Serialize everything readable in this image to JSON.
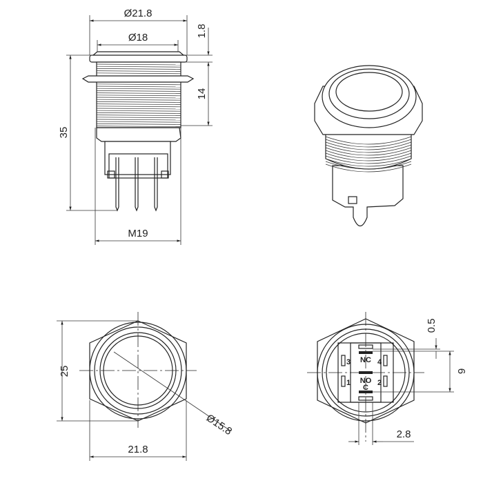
{
  "side_view": {
    "dims": {
      "head_diameter": "Ø21.8",
      "lens_diameter": "Ø18",
      "head_height": "1.8",
      "thread_length": "14",
      "total_length": "35",
      "thread": "M19"
    }
  },
  "front_view": {
    "dims": {
      "across_corners": "25",
      "across_flats": "21.8",
      "ring_diameter": "Ø15.8"
    }
  },
  "rear_view": {
    "dims": {
      "pin_offset": "0.5",
      "pin_spacing": "9",
      "pin_width": "2.8"
    },
    "pins": {
      "nc": "NC",
      "no": "NO",
      "c": "C",
      "p1": "1",
      "p2": "2",
      "p3": "3",
      "p4": "4"
    }
  }
}
